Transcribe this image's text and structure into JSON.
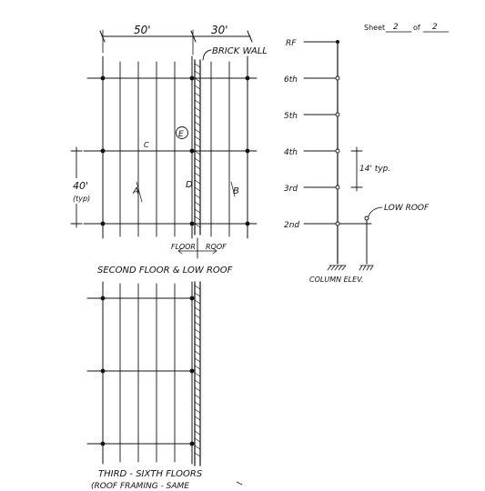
{
  "sheet": {
    "label": "Sheet",
    "number": "2",
    "of_label": "of",
    "total": "2"
  },
  "plan_top": {
    "dim_left": "50'",
    "dim_right": "30'",
    "brick_wall": "BRICK WALL",
    "dim_bay": "40'",
    "dim_bay_note": "(typ)",
    "label_c": "C",
    "label_a": "A",
    "label_d": "D",
    "label_b": "B",
    "label_e": "E",
    "floor_label": "FLOOR",
    "roof_label": "ROOF",
    "caption": "SECOND FLOOR & LOW ROOF"
  },
  "elevation": {
    "levels": [
      "RF",
      "6th",
      "5th",
      "4th",
      "3rd",
      "2nd"
    ],
    "typ_height": "14' typ.",
    "low_roof": "LOW ROOF",
    "caption": "COLUMN ELEV."
  },
  "plan_bottom": {
    "caption_line1": "THIRD - SIXTH FLOORS",
    "caption_line2": "(ROOF FRAMING - SAME"
  }
}
